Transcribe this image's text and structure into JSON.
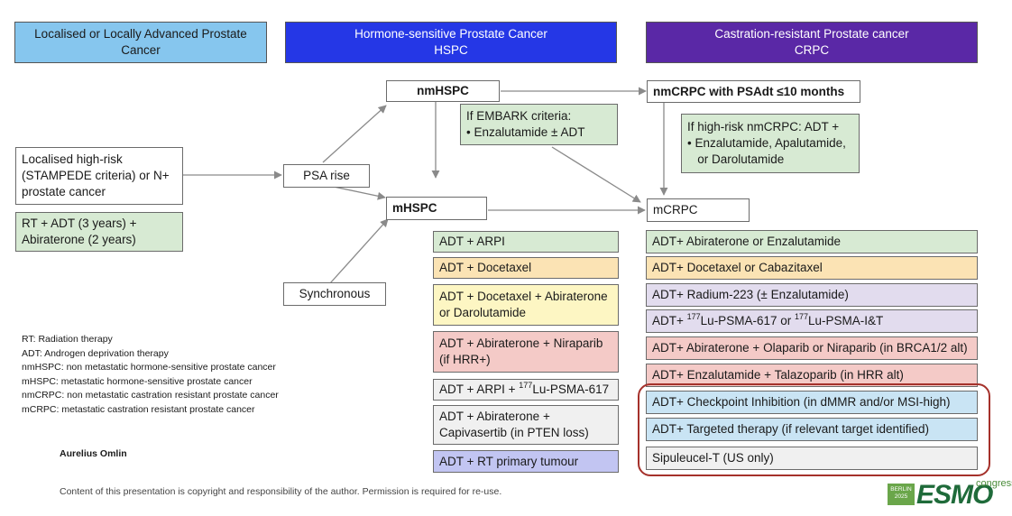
{
  "headers": {
    "localised": [
      "Localised or Locally Advanced Prostate",
      "Cancer"
    ],
    "hspc": [
      "Hormone-sensitive Prostate Cancer",
      "HSPC"
    ],
    "crpc": [
      "Castration-resistant Prostate cancer",
      "CRPC"
    ]
  },
  "colors": {
    "header_light_blue": "#86c6ee",
    "header_blue": "#2537e6",
    "header_purple": "#5a28a6",
    "highlight_frame": "#a5312b"
  },
  "left": {
    "localised_high_risk": [
      "Localised high-risk",
      "(STAMPEDE criteria) or N+",
      "prostate cancer"
    ],
    "rt_adt": [
      "RT + ADT (3 years) +",
      "Abiraterone (2 years)"
    ],
    "psa_rise": "PSA rise",
    "synchronous": "Synchronous"
  },
  "middle": {
    "nmhspc": "nmHSPC",
    "embark": [
      "If EMBARK criteria:",
      "• Enzalutamide ± ADT"
    ],
    "mhspc": "mHSPC",
    "treatments": [
      {
        "lines": [
          "ADT + ARPI"
        ]
      },
      {
        "lines": [
          "ADT + Docetaxel"
        ]
      },
      {
        "lines": [
          "ADT + Docetaxel + Abiraterone",
          "or Darolutamide"
        ]
      },
      {
        "lines": [
          "ADT + Abiraterone + Niraparib",
          "(if HRR+)"
        ]
      },
      {
        "pre": "ADT + ARPI + ",
        "sup": "177",
        "post": "Lu-PSMA-617"
      },
      {
        "lines": [
          "ADT + Abiraterone +",
          "Capivasertib (in PTEN loss)"
        ]
      },
      {
        "lines": [
          "ADT + RT primary tumour"
        ]
      }
    ]
  },
  "right": {
    "nmcrpc": "nmCRPC with PSAdt ≤10 months",
    "high_risk": [
      "If high-risk nmCRPC: ADT +",
      "• Enzalutamide, Apalutamide,",
      "   or Darolutamide"
    ],
    "mcrpc": "mCRPC",
    "treatments": {
      "t1": "ADT+ Abiraterone or Enzalutamide",
      "t2": "ADT+ Docetaxel or Cabazitaxel",
      "t3": "ADT+ Radium-223 (± Enzalutamide)",
      "t4_a": "ADT+ ",
      "t4_sup1": "177",
      "t4_b": "Lu-PSMA-617 or ",
      "t4_sup2": "177",
      "t4_c": "Lu-PSMA-I&T",
      "t5": "ADT+ Abiraterone + Olaparib or Niraparib (in BRCA1/2 alt)",
      "t6": "ADT+ Enzalutamide + Talazoparib (in HRR alt)",
      "t7": "ADT+ Checkpoint Inhibition (in dMMR and/or MSI-high)",
      "t8": "ADT+ Targeted therapy (if relevant target identified)",
      "t9": "Sipuleucel-T (US only)"
    }
  },
  "legend": [
    "RT: Radiation therapy",
    "ADT: Androgen deprivation therapy",
    "nmHSPC: non metastatic hormone-sensitive prostate cancer",
    "mHSPC: metastatic hormone-sensitive prostate cancer",
    "nmCRPC: non metastatic castration resistant prostate cancer",
    "mCRPC: metastatic castration resistant prostate cancer"
  ],
  "author": "Aurelius Omlin",
  "copyright": "Content of this presentation is copyright and responsibility of the author. Permission is required for re-use.",
  "logo": {
    "badge": [
      "BERLIN",
      "2025"
    ],
    "word": "ESMO",
    "suffix": "congress"
  }
}
